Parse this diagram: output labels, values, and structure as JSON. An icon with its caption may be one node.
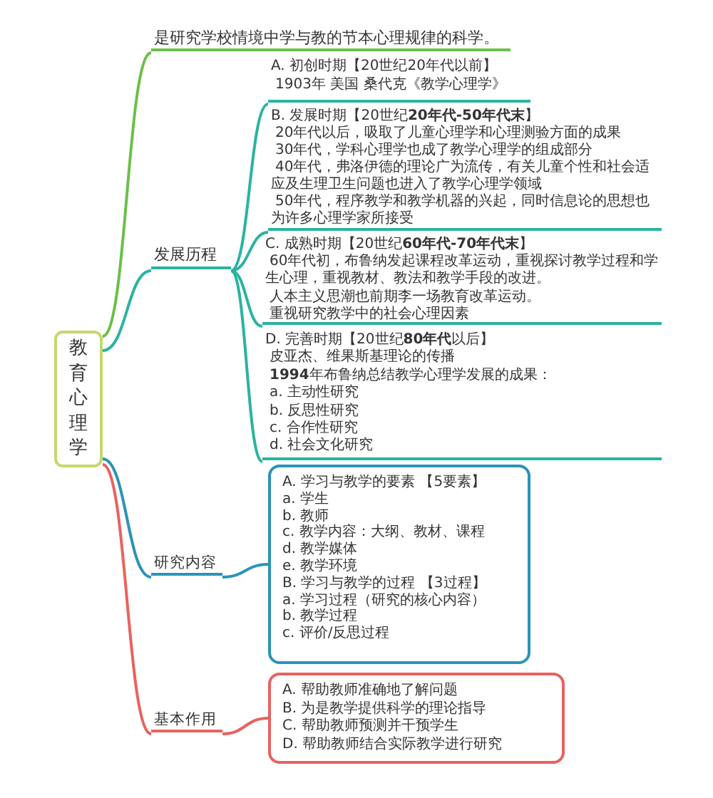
{
  "diagram": {
    "nodes": [
      {
        "text": [
          "教育心理学"
        ]
      },
      {
        "text": [
          "是研究学校情境中学与教的节本心理规律的科学。"
        ]
      },
      {
        "text": [
          "发展历程"
        ]
      },
      {
        "text": [
          "A. 初创时期【20世纪20年代以前】",
          "1903年 美国 桑代克《教学心理学》"
        ]
      },
      {
        "text": [
          "B. 发展时期【20世纪**20年代-50年代末**】",
          "20年代以后，吸取了儿童心理学和心理测验方面的成果",
          "30年代，学科心理学也成了教学心理学的组成部分",
          "40年代，弗洛伊德的理论广为流传，有关儿童个性和社会适应及生理卫生问题也进入了教学心理学领域",
          "50年代，程序教学和教学机器的兴起，同时信息论的思想也为许多心理学家所接受"
        ]
      },
      {
        "text": [
          "C. 成熟时期【20世纪**60年代-70年代末**】",
          "60年代初，布鲁纳发起课程改革运动，重视探讨教学过程和学生心理，重视教材、教法和教学手段的改进。",
          "人本主义思潮也前期李一场教育改革运动。",
          "重视研究教学中的社会心理因素"
        ]
      },
      {
        "text": [
          "D. 完善时期【20世纪**80年代**以后】",
          "皮亚杰、维果斯基理论的传播",
          "**1994**年布鲁纳总结教学心理学发展的成果：",
          "a. 主动性研究",
          "b. 反思性研究",
          "c. 合作性研究",
          "d. 社会文化研究"
        ]
      },
      {
        "text": [
          "研究内容"
        ]
      },
      {
        "text": [
          "A. 学习与教学的要素 【5要素】",
          "a. 学生",
          "b. 教师",
          "c. 教学内容：大纲、教材、课程",
          "d. 教学媒体",
          "e. 教学环境",
          "B. 学习与教学的过程 【3过程】",
          "a. 学习过程（研究的核心内容）",
          "b. 教学过程",
          "c. 评价/反思过程"
        ]
      },
      {
        "text": [
          "基本作用"
        ]
      },
      {
        "text": [
          "A. 帮助教师准确地了解问题",
          "B. 为是教学提供科学的理论指导",
          "C. 帮助教师预测并干预学生",
          "D. 帮助教师结合实际教学进行研究"
        ]
      }
    ],
    "edges": [
      {
        "from": 0,
        "to": 1,
        "arrow": "none",
        "color": "#6cbf4a"
      },
      {
        "from": 0,
        "to": 2,
        "arrow": "none"
      },
      {
        "from": 2,
        "to": 3,
        "arrow": "none"
      },
      {
        "from": 2,
        "to": 4,
        "arrow": "none"
      },
      {
        "from": 2,
        "to": 5,
        "arrow": "none"
      },
      {
        "from": 2,
        "to": 6,
        "arrow": "none"
      },
      {
        "from": 0,
        "to": 7,
        "arrow": "none",
        "color": "#2b93b8"
      },
      {
        "from": 7,
        "to": 8,
        "arrow": "none",
        "color": "#2b93b8"
      },
      {
        "from": 0,
        "to": 9,
        "arrow": "none",
        "color": "#e8625e"
      },
      {
        "from": 9,
        "to": 10,
        "arrow": "none",
        "color": "#e8625e"
      }
    ]
  }
}
